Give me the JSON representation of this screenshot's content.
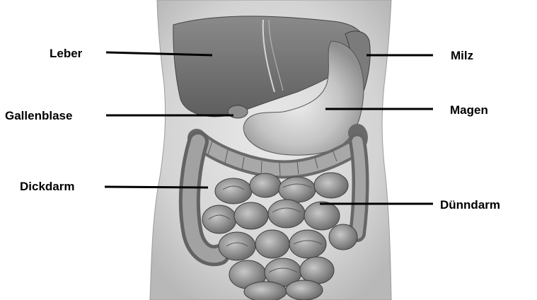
{
  "labels": {
    "leber": "Leber",
    "gallenblase": "Gallenblase",
    "dickdarm": "Dickdarm",
    "milz": "Milz",
    "magen": "Magen",
    "duenndarm": "Dünndarm"
  },
  "colors": {
    "background": "#ffffff",
    "leader_line": "#000000",
    "skin": "#d9d9d9",
    "liver": "#6e6e6e",
    "stomach": "#c9c9c9",
    "intestine": "#9a9a9a"
  }
}
